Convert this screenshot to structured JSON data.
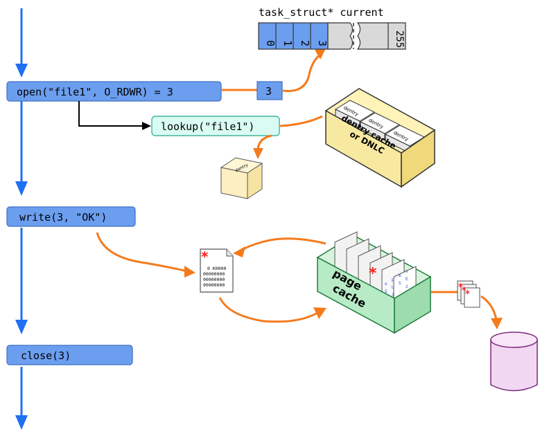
{
  "syscalls": {
    "open": "open(\"file1\", O_RDWR) = 3",
    "write": "write(3, \"OK\")",
    "close": "close(3)"
  },
  "lookup": "lookup(\"file1\")",
  "fd_value": "3",
  "fd_table": {
    "title": "task_struct* current",
    "slots": [
      "0",
      "1",
      "2",
      "3"
    ],
    "last_slot": "255"
  },
  "dentry_cache": {
    "label_line1": "dentry cache",
    "label_line2": "or DNLC",
    "entry_label": "dentry"
  },
  "file_page": {
    "line1": "0 K0000",
    "line2": "00000000",
    "line3": "00000000",
    "line4": "00000000"
  },
  "page_cache": {
    "label_line1": "page",
    "label_line2": "cache"
  },
  "colors": {
    "flow_arrow": "#1f6ff2",
    "data_arrow": "#f57a1b",
    "syscall_box": "#6c9eef",
    "lookup_box": "#d9fbf2",
    "cache_box": "#f7e9a0",
    "page_cache_box": "#b6ebc6",
    "disk": "#f2d7f2"
  }
}
